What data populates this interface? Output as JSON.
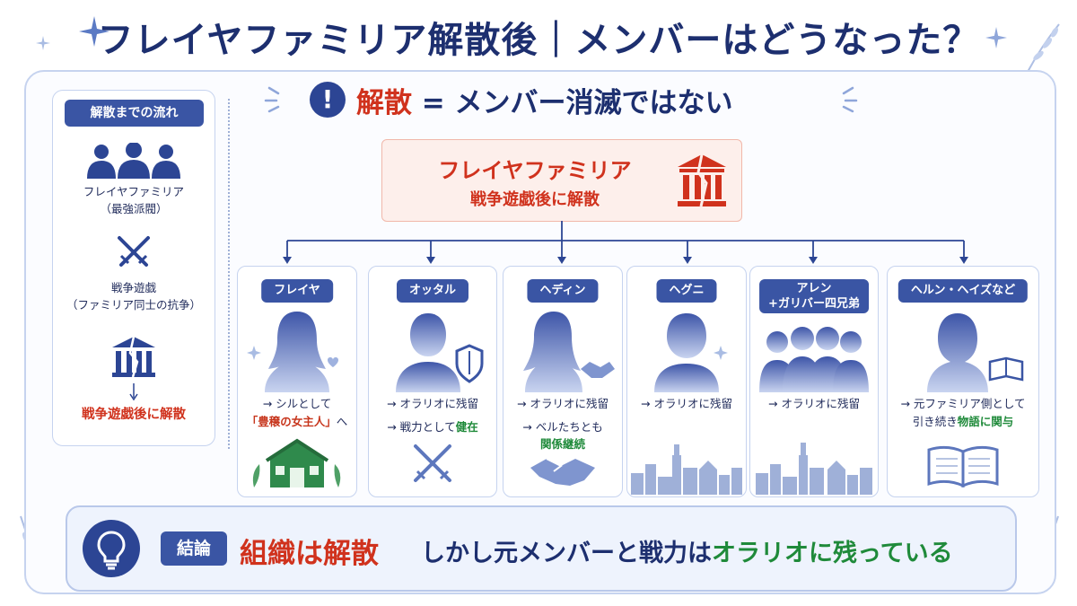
{
  "title": "フレイヤファミリア解散後｜メンバーはどうなった？",
  "headline": {
    "red": "解散",
    "rest": " = メンバー消滅ではない",
    "icon": "exclamation-icon"
  },
  "flow": {
    "heading": "解散までの流れ",
    "step1": "フレイヤファミリア",
    "step1_sub": "（最強派閥）",
    "step2": "戦争遊戯",
    "step2_sub": "（ファミリア同士の抗争）",
    "result": "戦争遊戯後に解散",
    "icons": [
      "people-icon",
      "crossed-swords-icon",
      "broken-building-icon"
    ]
  },
  "center": {
    "line1": "フレイヤファミリア",
    "line2": "戦争遊戯後に解散",
    "icon": "broken-temple-icon"
  },
  "cards": [
    {
      "name": "フレイヤ",
      "line1": "→ シルとして",
      "line2": "「豊穣の女主人」",
      "line2_tail": "へ",
      "icon": "house-icon"
    },
    {
      "name": "オッタル",
      "line1": "→ オラリオに残留",
      "line2": "→ 戦力として",
      "line2_tail": "健在",
      "icon": "crossed-swords-icon"
    },
    {
      "name": "ヘディン",
      "line1": "→ オラリオに残留",
      "line2": "→ ベルたちとも",
      "line3": "関係継続",
      "icon": "handshake-icon"
    },
    {
      "name": "ヘグニ",
      "line1": "→ オラリオに残留",
      "icon": "city-skyline-icon"
    },
    {
      "name": "アレン",
      "name2": "+ガリバー四兄弟",
      "line1": "→ オラリオに残留",
      "icon": "city-skyline-icon"
    },
    {
      "name": "ヘルン・ヘイズなど",
      "line1": "→ 元ファミリア側として",
      "line2": "引き続き",
      "line2_tail": "物語に関与",
      "icon": "open-book-icon"
    }
  ],
  "conclusion": {
    "badge": "結論",
    "main": "組織は解散",
    "rest1": "しかし元メンバーと戦力は",
    "rest2": "オラリオに残っている",
    "icon": "lightbulb-icon"
  },
  "colors": {
    "navy": "#1d2f6f",
    "red": "#d0321d",
    "green": "#1f8a3a",
    "badge": "#3a55a4"
  }
}
